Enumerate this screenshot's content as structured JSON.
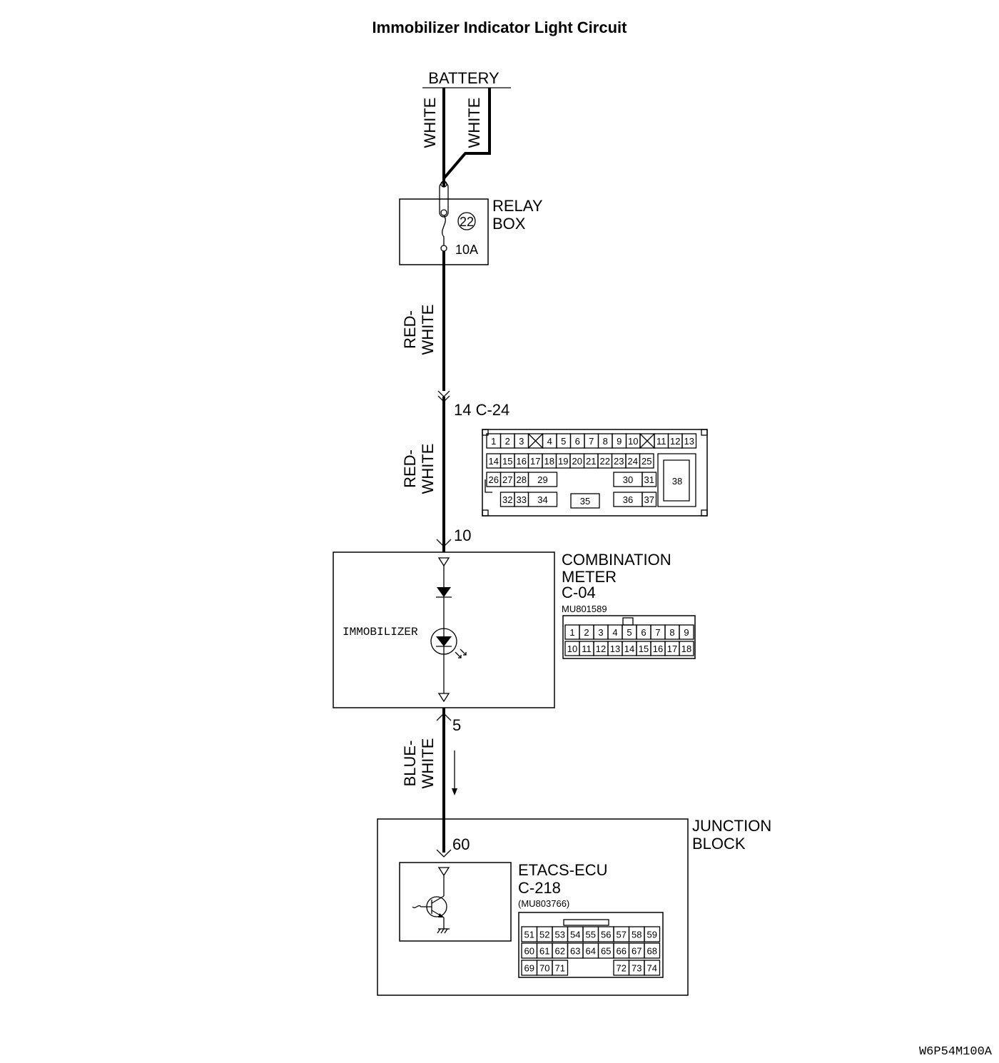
{
  "title": "Immobilizer Indicator Light Circuit",
  "battery": {
    "label": "BATTERY",
    "wire_left": "WHITE",
    "wire_right": "WHITE"
  },
  "relay_box": {
    "line1": "RELAY",
    "line2": "BOX",
    "fuse_no": "22",
    "fuse_rating": "10A"
  },
  "wire_relay_to_c24": {
    "line1": "RED-",
    "line2": "WHITE"
  },
  "connector_c24": {
    "label": "14  C-24",
    "row1": [
      "1",
      "2",
      "3",
      "4",
      "5",
      "6",
      "7",
      "8",
      "9",
      "10",
      "11",
      "12",
      "13"
    ],
    "row2": [
      "14",
      "15",
      "16",
      "17",
      "18",
      "19",
      "20",
      "21",
      "22",
      "23",
      "24",
      "25"
    ],
    "row3": [
      "26",
      "27",
      "28",
      "29",
      "30",
      "31",
      "38"
    ],
    "row4": [
      "32",
      "33",
      "34",
      "35",
      "36",
      "37"
    ]
  },
  "wire_c24_to_meter": {
    "line1": "RED-",
    "line2": "WHITE"
  },
  "pin_meter_in": "10",
  "combination_meter": {
    "line1": "COMBINATION",
    "line2": "METER",
    "line3": "C-04",
    "part_no": "MU801589",
    "lamp_label": "IMMOBILIZER",
    "row1": [
      "1",
      "2",
      "3",
      "4",
      "5",
      "6",
      "7",
      "8",
      "9"
    ],
    "row2": [
      "10",
      "11",
      "12",
      "13",
      "14",
      "15",
      "16",
      "17",
      "18"
    ]
  },
  "pin_meter_out": "5",
  "wire_meter_to_ecu": {
    "line1": "BLUE-",
    "line2": "WHITE"
  },
  "junction_block": {
    "line1": "JUNCTION",
    "line2": "BLOCK"
  },
  "pin_ecu": "60",
  "etacs_ecu": {
    "line1": "ETACS-ECU",
    "line2": "C-218",
    "part_no": "(MU803766)",
    "row1": [
      "51",
      "52",
      "53",
      "54",
      "55",
      "56",
      "57",
      "58",
      "59"
    ],
    "row2": [
      "60",
      "61",
      "62",
      "63",
      "64",
      "65",
      "66",
      "67",
      "68"
    ],
    "row3": [
      "69",
      "70",
      "71",
      "72",
      "73",
      "74"
    ]
  },
  "figure_code": "W6P54M100A"
}
